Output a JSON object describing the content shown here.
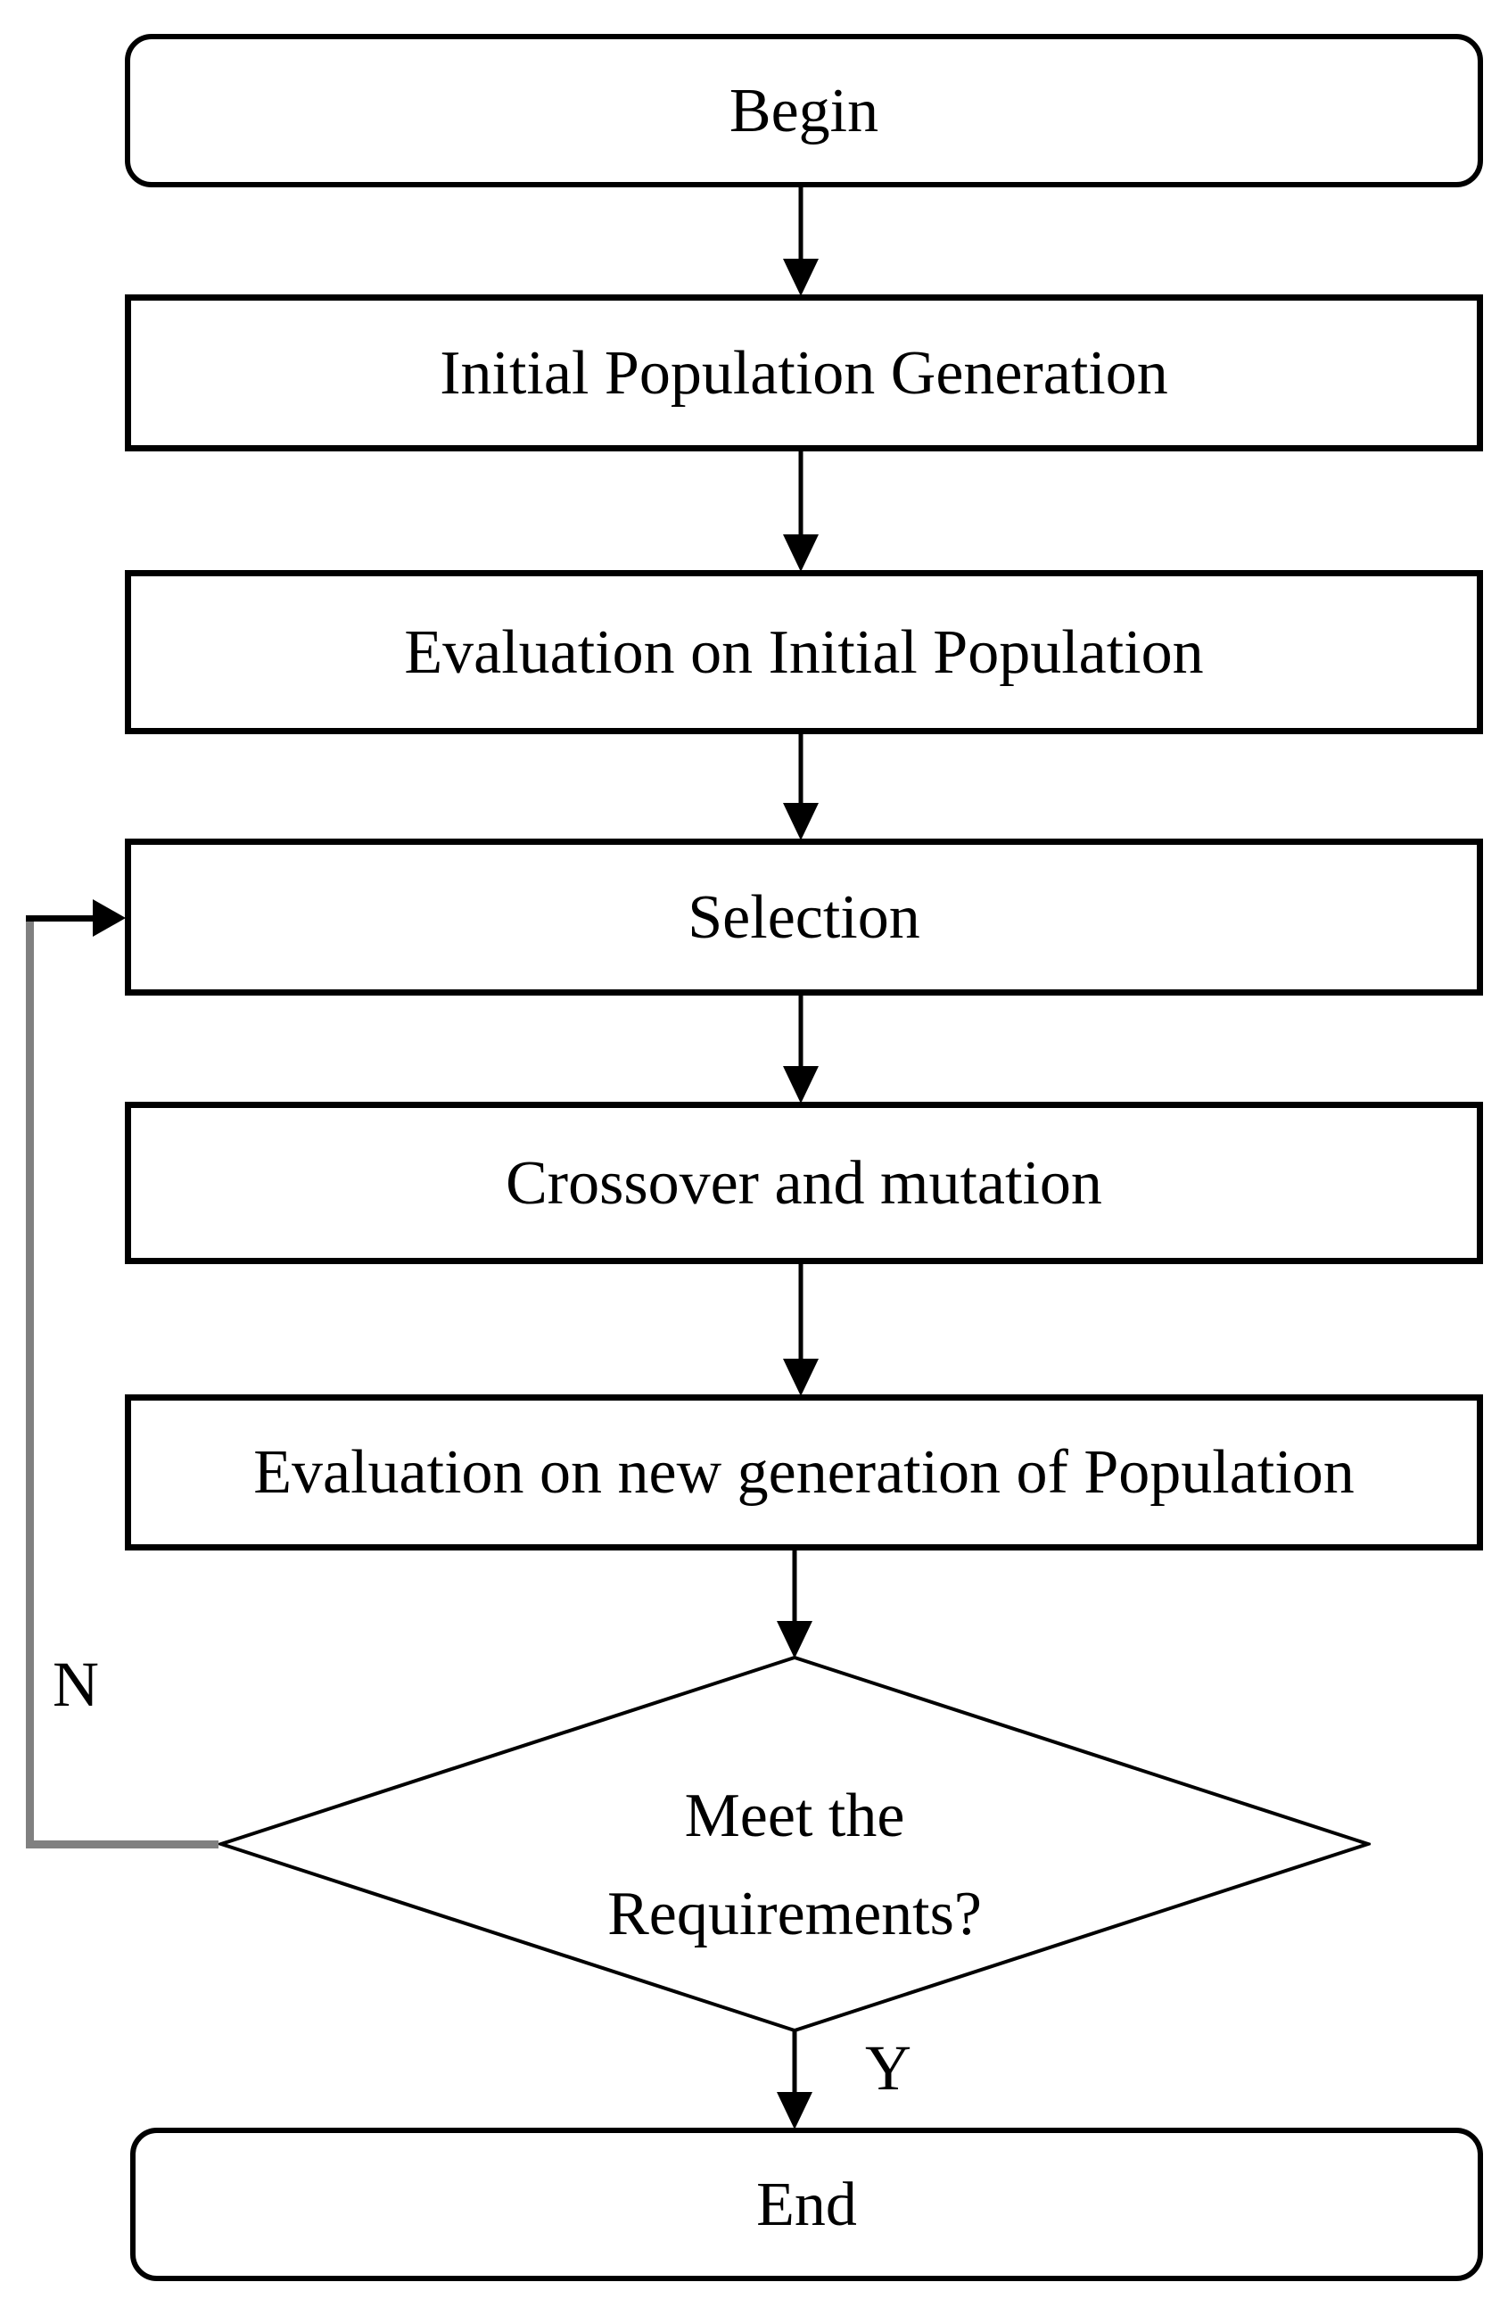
{
  "diagram": {
    "background_color": "#ffffff",
    "line_color": "#000000",
    "loop_line_color": "#808080",
    "nodes": [
      {
        "id": "begin",
        "shape": "rounded-rect",
        "label": "Begin"
      },
      {
        "id": "initial-population-generation",
        "shape": "rect",
        "label": "Initial Population Generation"
      },
      {
        "id": "evaluation-initial-population",
        "shape": "rect",
        "label": "Evaluation on Initial Population"
      },
      {
        "id": "selection",
        "shape": "rect",
        "label": "Selection"
      },
      {
        "id": "crossover-and-mutation",
        "shape": "rect",
        "label": "Crossover and mutation"
      },
      {
        "id": "evaluation-new-generation",
        "shape": "rect",
        "label": "Evaluation on new generation of Population"
      },
      {
        "id": "meet-requirements",
        "shape": "diamond",
        "label": "Meet the Requirements?",
        "label_lines": [
          "Meet the",
          "Requirements?"
        ]
      },
      {
        "id": "end",
        "shape": "rounded-rect",
        "label": "End"
      }
    ],
    "edges": [
      {
        "from": "begin",
        "to": "initial-population-generation"
      },
      {
        "from": "initial-population-generation",
        "to": "evaluation-initial-population"
      },
      {
        "from": "evaluation-initial-population",
        "to": "selection"
      },
      {
        "from": "selection",
        "to": "crossover-and-mutation"
      },
      {
        "from": "crossover-and-mutation",
        "to": "evaluation-new-generation"
      },
      {
        "from": "evaluation-new-generation",
        "to": "meet-requirements"
      },
      {
        "from": "meet-requirements",
        "to": "end",
        "label": "Y"
      },
      {
        "from": "meet-requirements",
        "to": "selection",
        "label": "N"
      }
    ]
  }
}
